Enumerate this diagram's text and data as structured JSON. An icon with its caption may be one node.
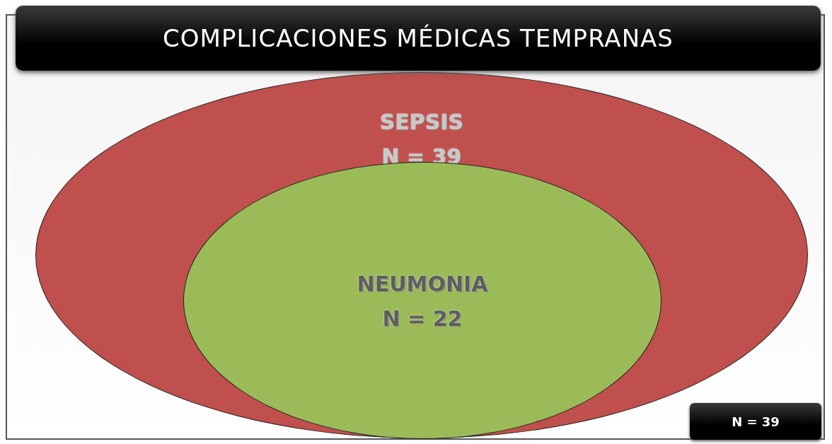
{
  "diagram": {
    "title": "COMPLICACIONES MÉDICAS TEMPRANAS",
    "nodes": [
      {
        "text": [
          "SEPSIS",
          "N = 39"
        ]
      },
      {
        "text": [
          "NEUMONIA",
          "N = 22"
        ],
        "in": 0
      },
      {
        "text": [
          "N = 39"
        ]
      }
    ]
  }
}
